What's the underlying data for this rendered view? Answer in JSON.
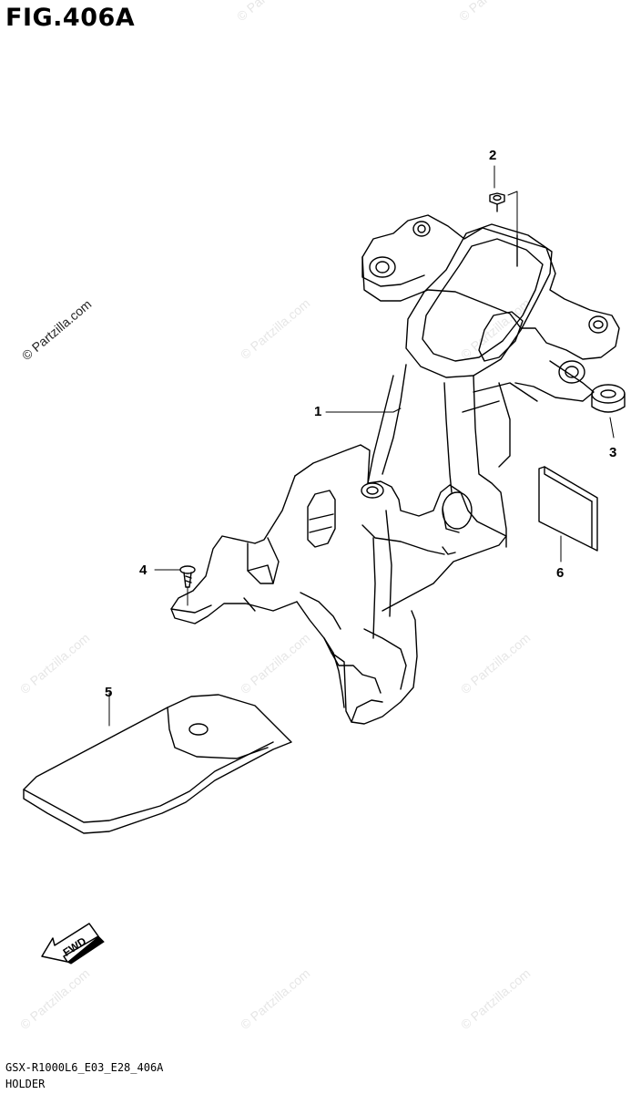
{
  "figure": {
    "title": "FIG.406A",
    "model_code": "GSX-R1000L6_E03_E28_406A",
    "group_name": "HOLDER"
  },
  "callouts": [
    "1",
    "2",
    "3",
    "4",
    "5",
    "6"
  ],
  "watermark": "© Partzilla.com",
  "fwd_label": "FWD"
}
